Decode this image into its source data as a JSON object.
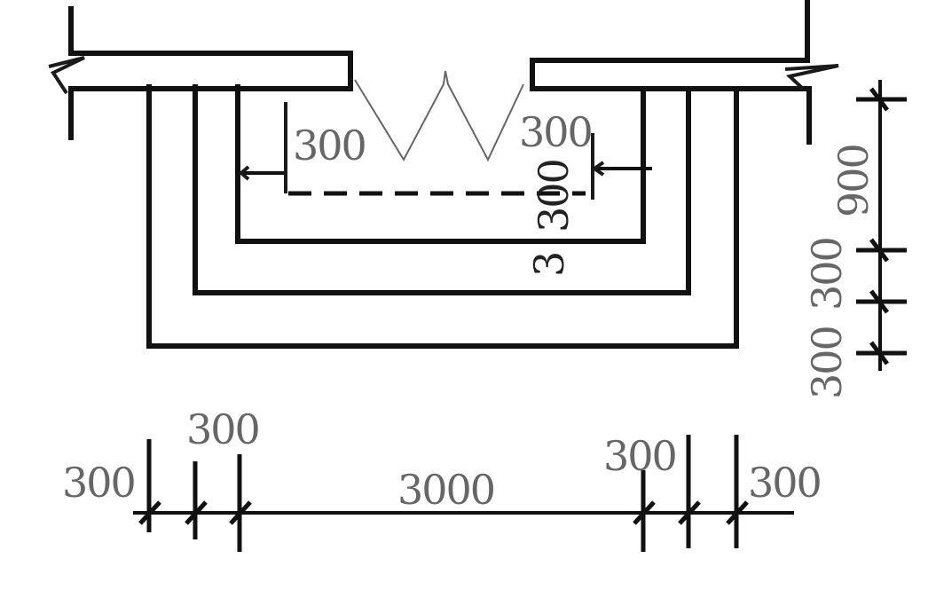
{
  "drawing": {
    "inner_left_offset": "300",
    "inner_right_offset": "300",
    "inner_bottom_offset": "300",
    "bottom_offset_cut": "3"
  },
  "dim_vertical": {
    "top": "900",
    "mid": "300",
    "bottom": "300"
  },
  "dim_horizontal": {
    "seg1": "300",
    "seg2": "300",
    "center": "3000",
    "seg4": "300",
    "seg5": "300"
  }
}
